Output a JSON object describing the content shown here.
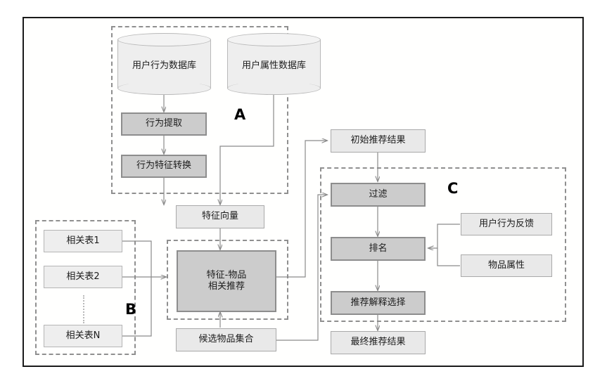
{
  "diagram": {
    "title": "Recommendation system architecture flowchart",
    "groups": [
      {
        "id": "A",
        "label": "A"
      },
      {
        "id": "B",
        "label": "B"
      },
      {
        "id": "C",
        "label": "C"
      }
    ],
    "databases": [
      {
        "id": "user-behavior-db",
        "label": "用户行为数据库"
      },
      {
        "id": "user-attribute-db",
        "label": "用户属性数据库"
      }
    ],
    "nodes": {
      "behavior_extract": "行为提取",
      "behavior_feature_transform": "行为特征转换",
      "feature_vector": "特征向量",
      "feature_item_recommend_line1": "特征-物品",
      "feature_item_recommend_line2": "相关推荐",
      "candidate_item_set": "候选物品集合",
      "initial_result": "初始推荐结果",
      "filter": "过滤",
      "rank": "排名",
      "explain_select": "推荐解释选择",
      "final_result": "最终推荐结果",
      "user_behavior_feedback": "用户行为反馈",
      "item_attribute": "物品属性"
    },
    "relation_tables": [
      {
        "id": "rel1",
        "label": "相关表1"
      },
      {
        "id": "rel2",
        "label": "相关表2"
      },
      {
        "id": "relN",
        "label": "相关表N"
      }
    ],
    "colors": {
      "frame_border": "#1a1a1a",
      "dash_group": "#8f8f8f",
      "box_light_fill": "#e9e9e9",
      "box_dark_fill": "#cccccc",
      "box_border": "#a9a9a9",
      "box_dark_border": "#8d8d8d",
      "wire": "#8a8a8a",
      "background": "#ffffff"
    }
  }
}
